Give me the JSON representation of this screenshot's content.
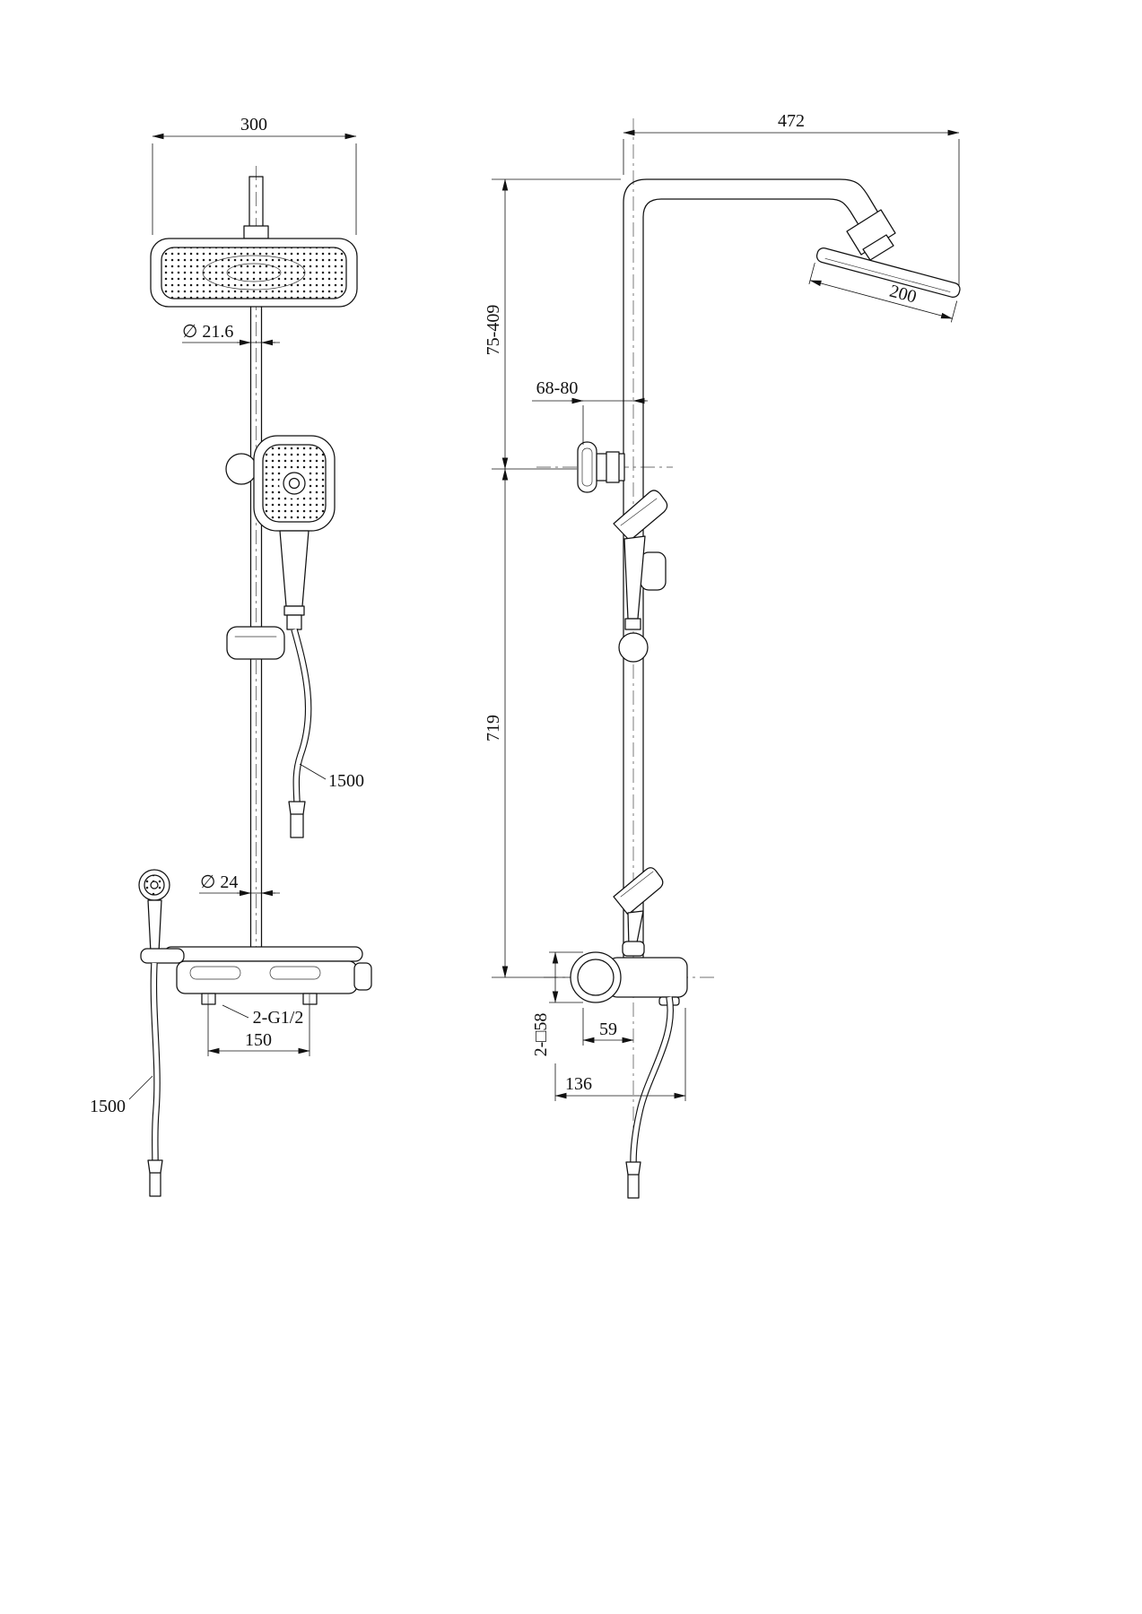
{
  "drawing_title": "Shower column two-view technical drawing",
  "front_view": {
    "head_width": "300",
    "riser_diameter": "∅ 21.6",
    "hand_hose_length": "1500",
    "lower_riser_diameter": "∅ 24",
    "inlet_thread": "2-G1/2",
    "inlet_spacing": "150",
    "spray_hose_length": "1500"
  },
  "side_view": {
    "arm_reach": "472",
    "head_height_range": "75-409",
    "bracket_depth_range": "68-80",
    "head_length": "200",
    "column_height": "719",
    "square_section": "2-□58",
    "valve_offset": "59",
    "body_depth": "136"
  }
}
